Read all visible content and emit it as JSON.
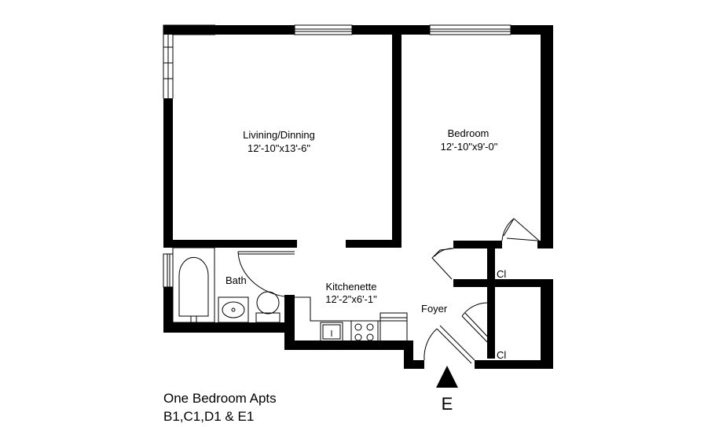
{
  "rooms": {
    "living": {
      "name": "Livining/Dinning",
      "size": "12'-10\"x13'-6\""
    },
    "bedroom": {
      "name": "Bedroom",
      "size": "12'-10\"x9'-0\""
    },
    "bath": {
      "name": "Bath"
    },
    "kitchen": {
      "name": "Kitchenette",
      "size": "12'-2\"x6'-1\""
    },
    "foyer": {
      "name": "Foyer"
    },
    "closet_upper": {
      "name": "Cl"
    },
    "closet_lower": {
      "name": "Cl"
    }
  },
  "entrance": {
    "label": "E"
  },
  "caption": {
    "line1": "One Bedroom Apts",
    "line2": "B1,C1,D1 & E1"
  },
  "colors": {
    "wall": "#000000",
    "background": "#ffffff"
  }
}
